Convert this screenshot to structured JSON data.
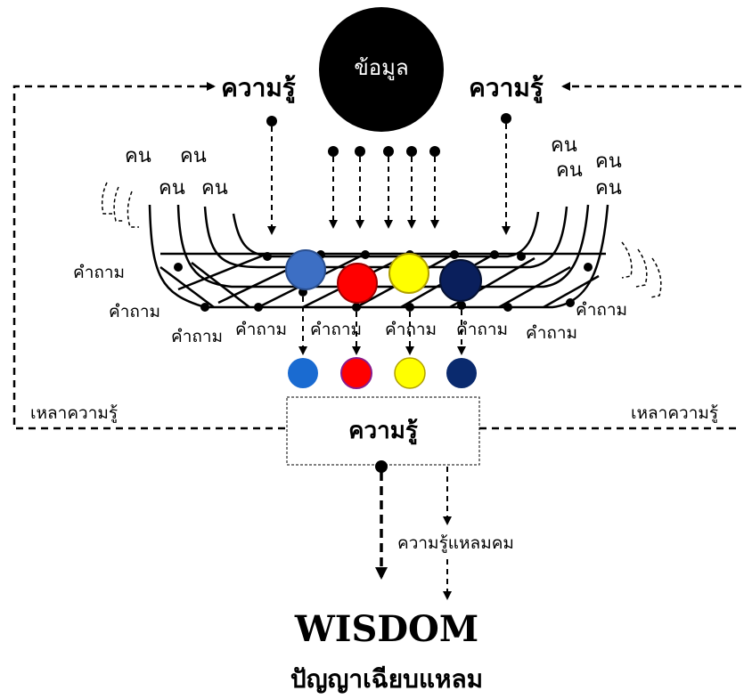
{
  "data_circle": {
    "label": "ข้อมูล"
  },
  "knowledge_top_left": "ความรู้",
  "knowledge_top_right": "ความรู้",
  "people_left": [
    "คน",
    "คน",
    "คน",
    "คน"
  ],
  "people_right": [
    "คน",
    "คน",
    "คน",
    "คน"
  ],
  "questions": [
    "คำถาม",
    "คำถาม",
    "คำถาม",
    "คำถาม",
    "คำถาม",
    "คำถาม",
    "คำถาม",
    "คำถาม",
    "คำถาม"
  ],
  "pool_left_label": "เหลาความรู้",
  "pool_right_label": "เหลาความรู้",
  "knowledge_box": "ความรู้",
  "sharp_knowledge": "ความรู้แหลมคม",
  "wisdom_title": "WISDOM",
  "wisdom_subtitle": "ปัญญาเฉียบแหลม",
  "colors": {
    "blue": "#3d6fc4",
    "red": "#ff0000",
    "yellow": "#ffff00",
    "navy": "#0a1f5c",
    "blue_small": "#1a6bd1",
    "navy_small": "#0a2a6e"
  }
}
